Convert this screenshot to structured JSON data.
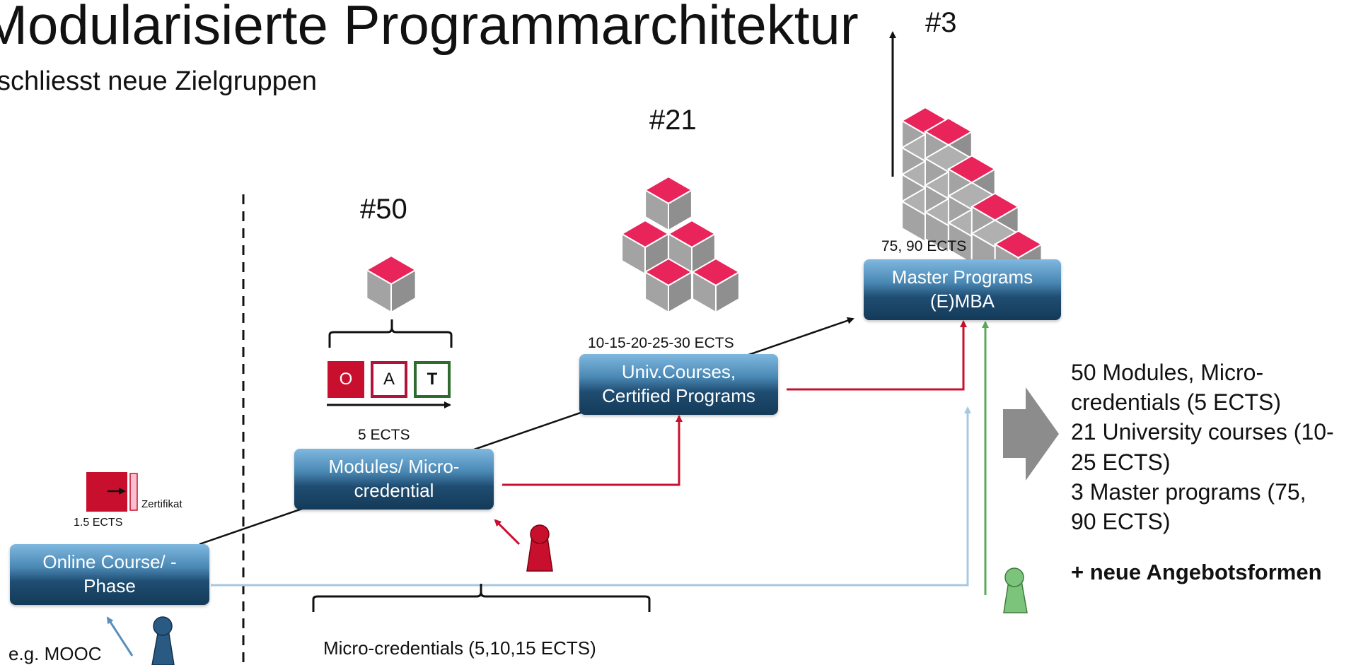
{
  "slide": {
    "title": "Modularisierte Programmarchitektur",
    "subtitle": "schliesst neue Zielgruppen"
  },
  "counts": {
    "modules": "#50",
    "courses": "#21",
    "masters": "#3"
  },
  "boxes": {
    "online_line1": "Online Course/ -",
    "online_line2": "Phase",
    "modules_line1": "Modules/ Micro-",
    "modules_line2": "credential",
    "courses_line1": "Univ.Courses,",
    "courses_line2": "Certified Programs",
    "master_line1": "Master Programs",
    "master_line2": "(E)MBA"
  },
  "ects": {
    "online": "1.5 ECTS",
    "modules": "5 ECTS",
    "courses": "10-15-20-25-30 ECTS",
    "master": "75, 90 ECTS"
  },
  "labels": {
    "zertifikat": "Zertifikat",
    "mooc": "e.g. MOOC",
    "micro_credentials": "Micro-credentials (5,10,15 ECTS)",
    "oat": [
      "O",
      "A",
      "T"
    ]
  },
  "summary": {
    "lines": [
      "50 Modules, Micro-",
      "credentials (5 ECTS)",
      "21 University courses (10-",
      "25 ECTS)",
      "3 Master programs (75,",
      "90 ECTS)"
    ],
    "plus": "+ neue Angebotsformen"
  },
  "colors": {
    "cube_top": "#e8245a",
    "cube_side": "#9a9a9a",
    "red_path": "#c8102e",
    "blue_path": "#a8c8e0",
    "green_path": "#5aaa5a",
    "pawn_red": "#c8102e",
    "pawn_blue": "#2a5a82",
    "pawn_green": "#7cc47c",
    "big_arrow": "#8c8c8c"
  }
}
